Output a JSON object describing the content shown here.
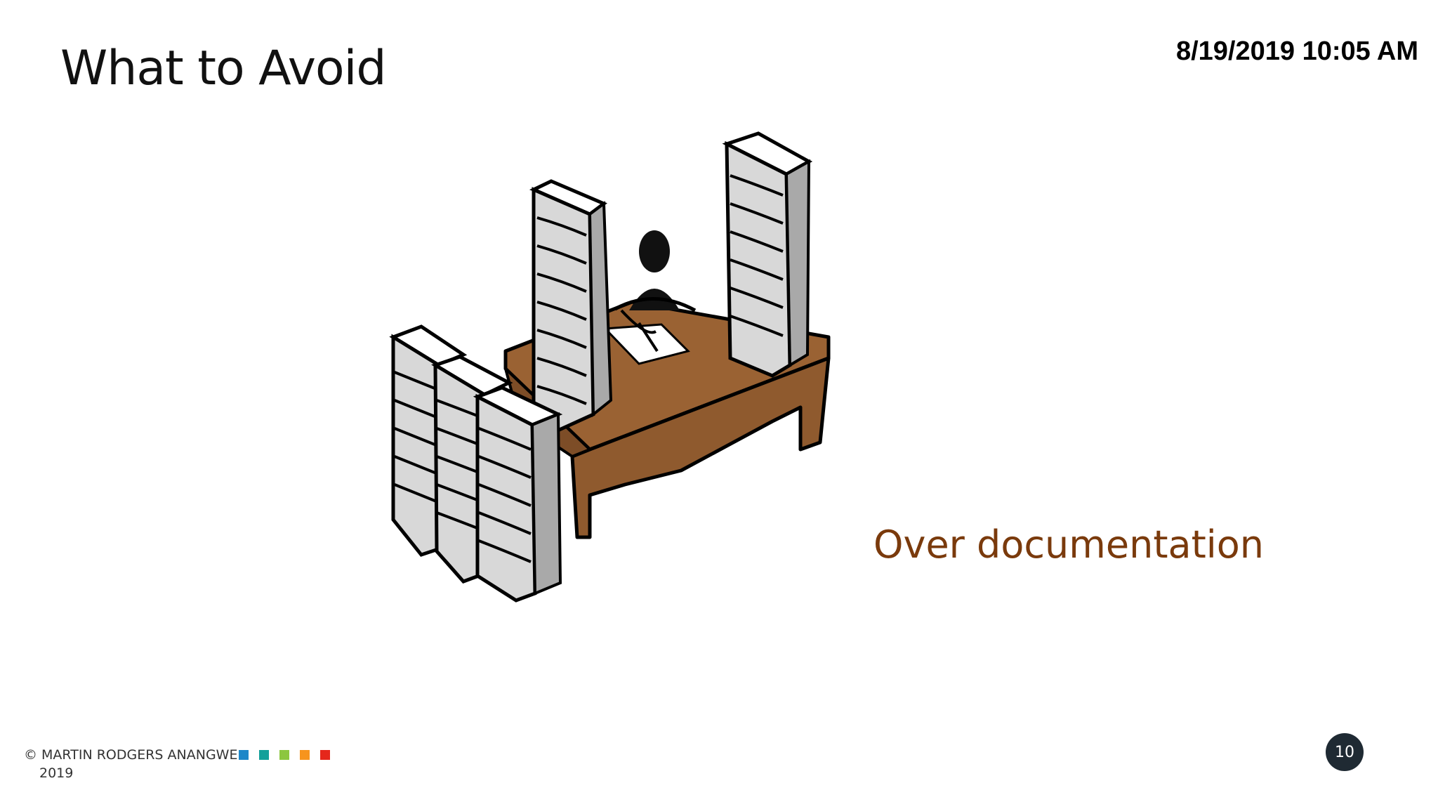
{
  "slide": {
    "title": "What to Avoid",
    "datetime": "8/19/2019 10:05 AM",
    "caption": "Over documentation",
    "footer": {
      "copyright_line": "© MARTIN RODGERS ANANGWE",
      "year": "2019",
      "squares": [
        "#1d87c8",
        "#14a09a",
        "#8cc63f",
        "#f7941d",
        "#e5271b"
      ]
    },
    "page_number": "10"
  },
  "colors": {
    "caption": "#7a3a0c",
    "desk": "#9a6233",
    "badge": "#1f2a33"
  },
  "illustration": {
    "icon": "person-at-desk-with-paper-stacks-icon"
  }
}
